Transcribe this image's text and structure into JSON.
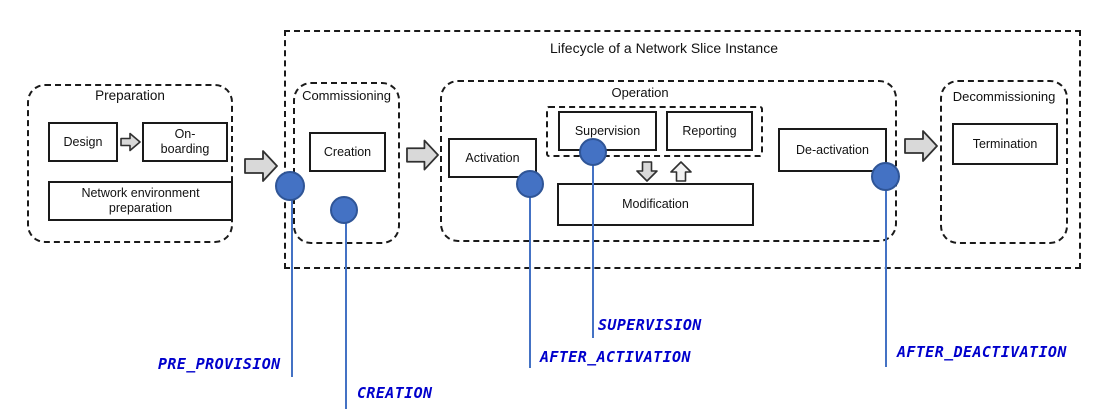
{
  "lifecycle": {
    "title": "Lifecycle of a Network Slice Instance"
  },
  "preparation": {
    "title": "Preparation",
    "design": "Design",
    "onboarding": "On-boarding",
    "net_env": "Network environment preparation"
  },
  "commissioning": {
    "title": "Commissioning",
    "creation": "Creation"
  },
  "operation": {
    "title": "Operation",
    "activation": "Activation",
    "supervision": "Supervision",
    "reporting": "Reporting",
    "modification": "Modification",
    "deactivation": "De-activation"
  },
  "decommissioning": {
    "title": "Decommissioning",
    "termination": "Termination"
  },
  "checkpoints": {
    "pre_provision": "PRE_PROVISION",
    "creation": "CREATION",
    "after_activation": "AFTER_ACTIVATION",
    "supervision": "SUPERVISION",
    "after_deactivation": "AFTER_DEACTIVATION"
  },
  "colors": {
    "marker_fill": "#4472C4",
    "marker_stroke": "#2F5597",
    "checkpoint_text": "#0000CC",
    "arrow_fill": "#D9D9D9",
    "border": "#1A1A1A"
  }
}
